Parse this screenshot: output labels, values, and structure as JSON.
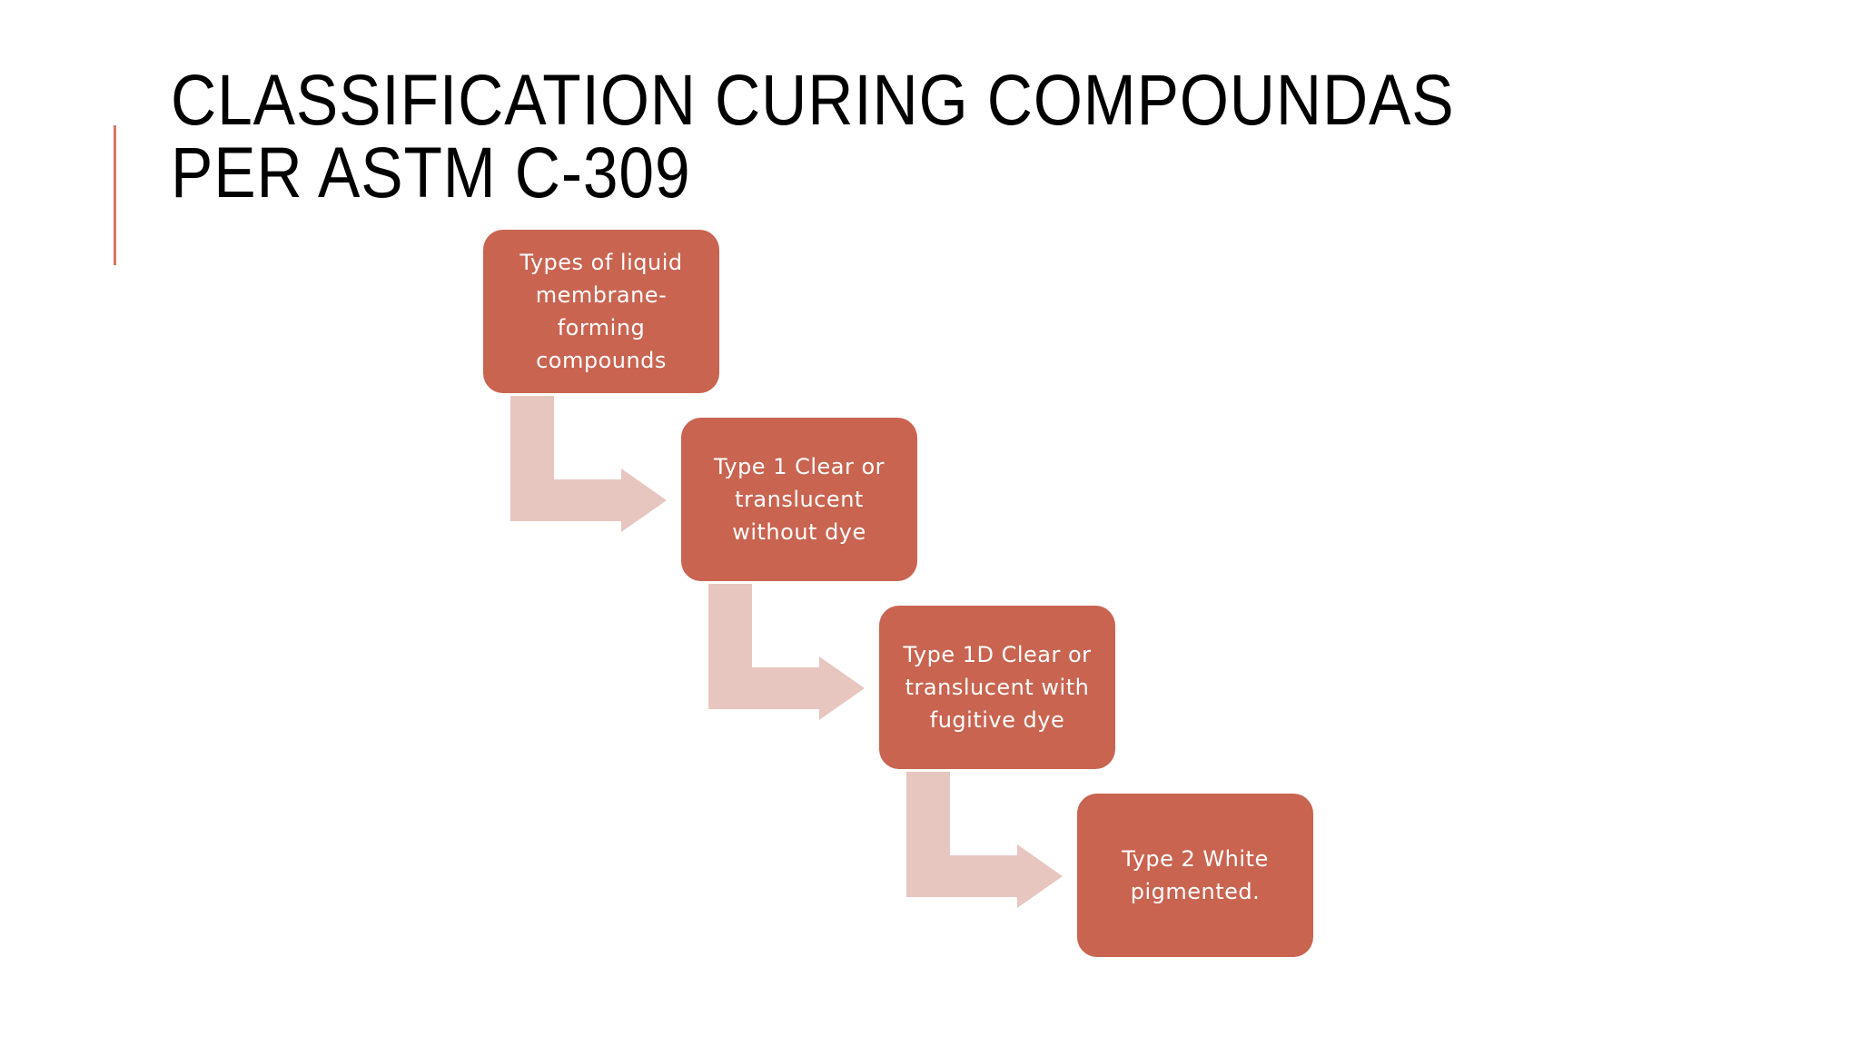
{
  "slide": {
    "title_lines": [
      "CLASSIFICATION CURING COMPOUNDAS",
      "PER ASTM C-309"
    ]
  },
  "diagram": {
    "type": "step-down-process",
    "colors": {
      "box_fill": "#c96451",
      "box_text": "#ffffff",
      "connector_fill": "#e8c6c0",
      "accent_bar": "#d8765f"
    },
    "steps": [
      {
        "label": "Types of liquid membrane-forming compounds"
      },
      {
        "label": "Type 1 Clear or translucent without dye"
      },
      {
        "label": "Type 1D Clear or translucent with fugitive dye"
      },
      {
        "label": "Type 2 White pigmented."
      }
    ]
  }
}
